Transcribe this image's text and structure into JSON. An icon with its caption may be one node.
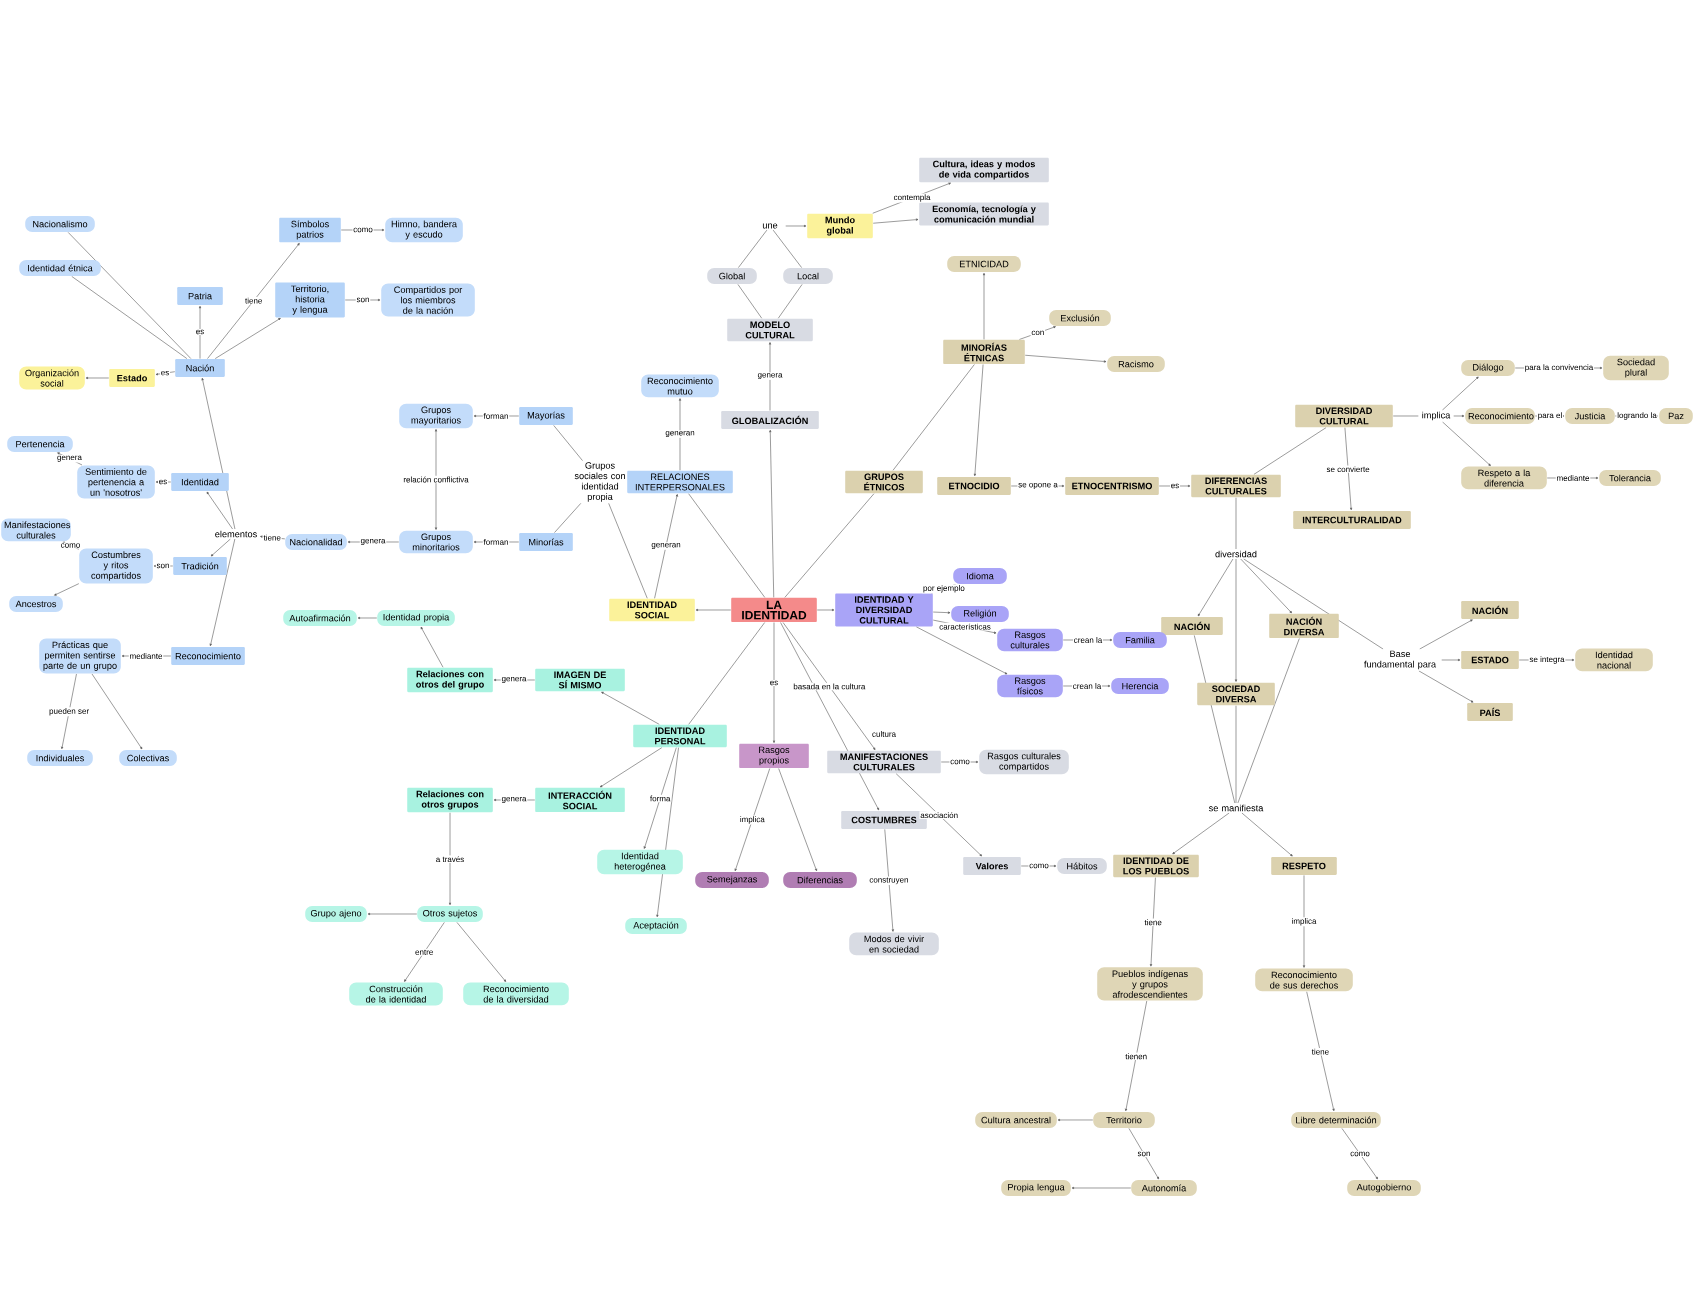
{
  "diagram": {
    "nodes": [
      {
        "text": [
          "Nacionalismo"
        ]
      },
      {
        "text": [
          "Identidad étnica"
        ]
      },
      {
        "text": [
          "Patria"
        ]
      },
      {
        "text": [
          "Nación"
        ]
      },
      {
        "text": [
          "Estado"
        ]
      },
      {
        "text": [
          "Organización social"
        ]
      },
      {
        "text": [
          "Símbolos patrios"
        ]
      },
      {
        "text": [
          "Himno, bandera y escudo"
        ]
      },
      {
        "text": [
          "Territorio, historia y lengua"
        ]
      },
      {
        "text": [
          "Compartidos por los miembros de la nación"
        ]
      },
      {
        "text": [
          "Identidad"
        ]
      },
      {
        "text": [
          "Sentimiento de pertenencia a un 'nosotros'"
        ]
      },
      {
        "text": [
          "Pertenencia"
        ]
      },
      {
        "text": [
          "Tradición"
        ]
      },
      {
        "text": [
          "Costumbres y ritos compartidos"
        ]
      },
      {
        "text": [
          "Manifestaciones culturales"
        ]
      },
      {
        "text": [
          "Ancestros"
        ]
      },
      {
        "text": [
          "Reconocimiento"
        ]
      },
      {
        "text": [
          "Prácticas que permiten sentirse parte de un grupo"
        ]
      },
      {
        "text": [
          "Individuales"
        ]
      },
      {
        "text": [
          "Colectivas"
        ]
      },
      {
        "text": [
          "elementos"
        ]
      },
      {
        "text": [
          "Nacionalidad"
        ]
      },
      {
        "text": [
          "Grupos mayoritarios"
        ]
      },
      {
        "text": [
          "Grupos minoritarios"
        ]
      },
      {
        "text": [
          "Mayorías"
        ]
      },
      {
        "text": [
          "Minorías"
        ]
      },
      {
        "text": [
          "Grupos sociales con identidad propia"
        ]
      },
      {
        "text": [
          "Reconocimiento mutuo"
        ]
      },
      {
        "text": [
          "RELACIONES INTERPERSONALES"
        ]
      },
      {
        "text": [
          "IDENTIDAD SOCIAL"
        ]
      },
      {
        "text": [
          "LA IDENTIDAD"
        ]
      },
      {
        "text": [
          "Autoafirmación"
        ]
      },
      {
        "text": [
          "Identidad propia"
        ]
      },
      {
        "text": [
          "Relaciones con otros del grupo"
        ]
      },
      {
        "text": [
          "IMAGEN DE SÍ MISMO"
        ]
      },
      {
        "text": [
          "Relaciones con otros grupos"
        ]
      },
      {
        "text": [
          "INTERACCIÓN SOCIAL"
        ]
      },
      {
        "text": [
          "IDENTIDAD PERSONAL"
        ]
      },
      {
        "text": [
          "Identidad heterogénea"
        ]
      },
      {
        "text": [
          "Aceptación"
        ]
      },
      {
        "text": [
          "Otros sujetos"
        ]
      },
      {
        "text": [
          "Grupo ajeno"
        ]
      },
      {
        "text": [
          "Construcción de la identidad"
        ]
      },
      {
        "text": [
          "Reconocimiento de la diversidad"
        ]
      },
      {
        "text": [
          "une"
        ]
      },
      {
        "text": [
          "Mundo global"
        ]
      },
      {
        "text": [
          "Cultura, ideas y modos de vida compartidos"
        ]
      },
      {
        "text": [
          "Economía, tecnología y comunicación mundial"
        ]
      },
      {
        "text": [
          "Global"
        ]
      },
      {
        "text": [
          "Local"
        ]
      },
      {
        "text": [
          "MODELO CULTURAL"
        ]
      },
      {
        "text": [
          "GLOBALIZACIÓN"
        ]
      },
      {
        "text": [
          "Rasgos propios"
        ]
      },
      {
        "text": [
          "Semejanzas"
        ]
      },
      {
        "text": [
          "Diferencias"
        ]
      },
      {
        "text": [
          "GRUPOS ÉTNICOS"
        ]
      },
      {
        "text": [
          "ETNICIDAD"
        ]
      },
      {
        "text": [
          "MINORÍAS ÉTNICAS"
        ]
      },
      {
        "text": [
          "Exclusión"
        ]
      },
      {
        "text": [
          "Racismo"
        ]
      },
      {
        "text": [
          "ETNOCIDIO"
        ]
      },
      {
        "text": [
          "ETNOCENTRISMO"
        ]
      },
      {
        "text": [
          "DIFERENCIAS CULTURALES"
        ]
      },
      {
        "text": [
          "diversidad"
        ]
      },
      {
        "text": [
          "NACIÓN"
        ]
      },
      {
        "text": [
          "SOCIEDAD DIVERSA"
        ]
      },
      {
        "text": [
          "NACIÓN DIVERSA"
        ]
      },
      {
        "text": [
          "se manifiesta"
        ]
      },
      {
        "text": [
          "IDENTIDAD DE LOS PUEBLOS"
        ]
      },
      {
        "text": [
          "RESPETO"
        ]
      },
      {
        "text": [
          "Pueblos indígenas y grupos afrodescendientes"
        ]
      },
      {
        "text": [
          "Reconocimiento de sus derechos"
        ]
      },
      {
        "text": [
          "Territorio"
        ]
      },
      {
        "text": [
          "Cultura ancestral"
        ]
      },
      {
        "text": [
          "Autonomía"
        ]
      },
      {
        "text": [
          "Propia lengua"
        ]
      },
      {
        "text": [
          "Libre determinación"
        ]
      },
      {
        "text": [
          "Autogobierno"
        ]
      },
      {
        "text": [
          "DIVERSIDAD CULTURAL"
        ]
      },
      {
        "text": [
          "INTERCULTURALIDAD"
        ]
      },
      {
        "text": [
          "implica"
        ]
      },
      {
        "text": [
          "Diálogo"
        ]
      },
      {
        "text": [
          "Reconocimiento"
        ]
      },
      {
        "text": [
          "Respeto a la diferencia"
        ]
      },
      {
        "text": [
          "Sociedad plural"
        ]
      },
      {
        "text": [
          "Justicia"
        ]
      },
      {
        "text": [
          "Paz"
        ]
      },
      {
        "text": [
          "Tolerancia"
        ]
      },
      {
        "text": [
          "Base fundamental para"
        ]
      },
      {
        "text": [
          "NACIÓN"
        ]
      },
      {
        "text": [
          "ESTADO"
        ]
      },
      {
        "text": [
          "PAÍS"
        ]
      },
      {
        "text": [
          "Identidad nacional"
        ]
      },
      {
        "text": [
          "IDENTIDAD Y DIVERSIDAD CULTURAL"
        ]
      },
      {
        "text": [
          "Idioma"
        ]
      },
      {
        "text": [
          "Religión"
        ]
      },
      {
        "text": [
          "Rasgos culturales"
        ]
      },
      {
        "text": [
          "Rasgos físicos"
        ]
      },
      {
        "text": [
          "Familia"
        ]
      },
      {
        "text": [
          "Herencia"
        ]
      },
      {
        "text": [
          "MANIFESTACIONES CULTURALES"
        ]
      },
      {
        "text": [
          "COSTUMBRES"
        ]
      },
      {
        "text": [
          "Rasgos culturales compartidos"
        ]
      },
      {
        "text": [
          "Valores"
        ]
      },
      {
        "text": [
          "Hábitos"
        ]
      },
      {
        "text": [
          "Modos de vivir en sociedad"
        ]
      }
    ],
    "edges": [
      {
        "from": 3,
        "to": 2,
        "arrow": "to",
        "label": "es"
      },
      {
        "from": 0,
        "to": 3,
        "arrow": "none"
      },
      {
        "from": 1,
        "to": 3,
        "arrow": "none"
      },
      {
        "from": 3,
        "to": 4,
        "arrow": "to",
        "label": "es"
      },
      {
        "from": 4,
        "to": 5,
        "arrow": "to"
      },
      {
        "from": 3,
        "to": 6,
        "arrow": "to",
        "label": "tiene"
      },
      {
        "from": 3,
        "to": 8,
        "arrow": "to"
      },
      {
        "from": 6,
        "to": 7,
        "arrow": "to",
        "label": "como"
      },
      {
        "from": 8,
        "to": 9,
        "arrow": "to",
        "label": "son"
      },
      {
        "from": 21,
        "to": 3,
        "arrow": "to"
      },
      {
        "from": 21,
        "to": 10,
        "arrow": "to"
      },
      {
        "from": 21,
        "to": 13,
        "arrow": "to"
      },
      {
        "from": 21,
        "to": 17,
        "arrow": "to"
      },
      {
        "from": 22,
        "to": 21,
        "arrow": "to",
        "label": "tiene"
      },
      {
        "from": 10,
        "to": 11,
        "arrow": "to",
        "label": "es"
      },
      {
        "from": 11,
        "to": 12,
        "arrow": "to",
        "label": "genera"
      },
      {
        "from": 13,
        "to": 14,
        "arrow": "to",
        "label": "son"
      },
      {
        "from": 14,
        "to": 15,
        "arrow": "to",
        "label": "como"
      },
      {
        "from": 14,
        "to": 16,
        "arrow": "to"
      },
      {
        "from": 17,
        "to": 18,
        "arrow": "to",
        "label": "mediante"
      },
      {
        "from": 18,
        "to": 19,
        "arrow": "to",
        "label": "pueden ser"
      },
      {
        "from": 18,
        "to": 20,
        "arrow": "to"
      },
      {
        "from": 24,
        "to": 22,
        "arrow": "to",
        "label": "genera"
      },
      {
        "from": 23,
        "to": 24,
        "arrow": "both",
        "label": "relación conflictiva"
      },
      {
        "from": 25,
        "to": 23,
        "arrow": "to",
        "label": "forman"
      },
      {
        "from": 26,
        "to": 24,
        "arrow": "to",
        "label": "forman"
      },
      {
        "from": 27,
        "to": 25,
        "arrow": "none"
      },
      {
        "from": 27,
        "to": 26,
        "arrow": "none"
      },
      {
        "from": 30,
        "to": 27,
        "arrow": "none"
      },
      {
        "from": 31,
        "to": 30,
        "arrow": "to"
      },
      {
        "from": 30,
        "to": 29,
        "arrow": "to",
        "label": "generan"
      },
      {
        "from": 29,
        "to": 28,
        "arrow": "to",
        "label": "generan"
      },
      {
        "from": 31,
        "to": 29,
        "arrow": "none"
      },
      {
        "from": 31,
        "to": 38,
        "arrow": "none"
      },
      {
        "from": 38,
        "to": 35,
        "arrow": "to"
      },
      {
        "from": 38,
        "to": 37,
        "arrow": "to"
      },
      {
        "from": 35,
        "to": 34,
        "arrow": "to",
        "label": "genera"
      },
      {
        "from": 37,
        "to": 36,
        "arrow": "to",
        "label": "genera"
      },
      {
        "from": 34,
        "to": 33,
        "arrow": "to"
      },
      {
        "from": 33,
        "to": 32,
        "arrow": "to"
      },
      {
        "from": 38,
        "to": 39,
        "arrow": "to",
        "label": "forma"
      },
      {
        "from": 38,
        "to": 40,
        "arrow": "to"
      },
      {
        "from": 36,
        "to": 41,
        "arrow": "to",
        "label": "a través"
      },
      {
        "from": 41,
        "to": 42,
        "arrow": "to"
      },
      {
        "from": 41,
        "to": 43,
        "arrow": "to",
        "label": "entre"
      },
      {
        "from": 41,
        "to": 44,
        "arrow": "to"
      },
      {
        "from": 31,
        "to": 52,
        "arrow": "to"
      },
      {
        "from": 52,
        "to": 51,
        "arrow": "to",
        "label": "genera"
      },
      {
        "from": 51,
        "to": 49,
        "arrow": "none"
      },
      {
        "from": 51,
        "to": 50,
        "arrow": "none"
      },
      {
        "from": 49,
        "to": 45,
        "arrow": "none"
      },
      {
        "from": 50,
        "to": 45,
        "arrow": "none"
      },
      {
        "from": 45,
        "to": 46,
        "arrow": "to"
      },
      {
        "from": 46,
        "to": 47,
        "arrow": "to",
        "label": "contempla"
      },
      {
        "from": 46,
        "to": 48,
        "arrow": "to"
      },
      {
        "from": 31,
        "to": 53,
        "arrow": "to",
        "label": "es"
      },
      {
        "from": 53,
        "to": 54,
        "arrow": "to",
        "label": "implica"
      },
      {
        "from": 53,
        "to": 55,
        "arrow": "to"
      },
      {
        "from": 31,
        "to": 56,
        "arrow": "none"
      },
      {
        "from": 56,
        "to": 58,
        "arrow": "none"
      },
      {
        "from": 58,
        "to": 57,
        "arrow": "to"
      },
      {
        "from": 58,
        "to": 59,
        "arrow": "to",
        "label": "con"
      },
      {
        "from": 58,
        "to": 60,
        "arrow": "to"
      },
      {
        "from": 58,
        "to": 61,
        "arrow": "to"
      },
      {
        "from": 61,
        "to": 62,
        "arrow": "to",
        "label": "se opone a"
      },
      {
        "from": 62,
        "to": 63,
        "arrow": "to",
        "label": "es"
      },
      {
        "from": 63,
        "to": 79,
        "arrow": "none"
      },
      {
        "from": 79,
        "to": 80,
        "arrow": "to",
        "label": "se convierte"
      },
      {
        "from": 79,
        "to": 81,
        "arrow": "none"
      },
      {
        "from": 81,
        "to": 82,
        "arrow": "to"
      },
      {
        "from": 81,
        "to": 83,
        "arrow": "to"
      },
      {
        "from": 81,
        "to": 84,
        "arrow": "to"
      },
      {
        "from": 82,
        "to": 85,
        "arrow": "to",
        "label": "para la convivencia"
      },
      {
        "from": 83,
        "to": 86,
        "arrow": "to",
        "label": "para el"
      },
      {
        "from": 86,
        "to": 87,
        "arrow": "to",
        "label": "logrando la"
      },
      {
        "from": 84,
        "to": 88,
        "arrow": "to",
        "label": "mediante"
      },
      {
        "from": 63,
        "to": 64,
        "arrow": "none"
      },
      {
        "from": 64,
        "to": 65,
        "arrow": "to"
      },
      {
        "from": 64,
        "to": 66,
        "arrow": "to"
      },
      {
        "from": 64,
        "to": 67,
        "arrow": "to"
      },
      {
        "from": 65,
        "to": 68,
        "arrow": "none"
      },
      {
        "from": 66,
        "to": 68,
        "arrow": "none"
      },
      {
        "from": 67,
        "to": 68,
        "arrow": "none"
      },
      {
        "from": 68,
        "to": 69,
        "arrow": "to"
      },
      {
        "from": 68,
        "to": 70,
        "arrow": "to"
      },
      {
        "from": 69,
        "to": 71,
        "arrow": "to",
        "label": "tiene"
      },
      {
        "from": 70,
        "to": 72,
        "arrow": "to",
        "label": "implica"
      },
      {
        "from": 71,
        "to": 73,
        "arrow": "to",
        "label": "tienen"
      },
      {
        "from": 73,
        "to": 74,
        "arrow": "to"
      },
      {
        "from": 73,
        "to": 75,
        "arrow": "to",
        "label": "son"
      },
      {
        "from": 75,
        "to": 76,
        "arrow": "to"
      },
      {
        "from": 72,
        "to": 77,
        "arrow": "to",
        "label": "tiene"
      },
      {
        "from": 77,
        "to": 78,
        "arrow": "to",
        "label": "como"
      },
      {
        "from": 64,
        "to": 89,
        "arrow": "none"
      },
      {
        "from": 89,
        "to": 90,
        "arrow": "to"
      },
      {
        "from": 89,
        "to": 91,
        "arrow": "to"
      },
      {
        "from": 89,
        "to": 92,
        "arrow": "to"
      },
      {
        "from": 91,
        "to": 93,
        "arrow": "to",
        "label": "se integra"
      },
      {
        "from": 31,
        "to": 94,
        "arrow": "to"
      },
      {
        "from": 94,
        "to": 95,
        "arrow": "to",
        "label": "por ejemplo"
      },
      {
        "from": 94,
        "to": 96,
        "arrow": "to"
      },
      {
        "from": 94,
        "to": 97,
        "arrow": "to",
        "label": "características"
      },
      {
        "from": 94,
        "to": 98,
        "arrow": "to"
      },
      {
        "from": 97,
        "to": 99,
        "arrow": "to",
        "label": "crean la"
      },
      {
        "from": 98,
        "to": 100,
        "arrow": "to",
        "label": "crean la"
      },
      {
        "from": 31,
        "to": 101,
        "arrow": "to",
        "label": "basada en la cultura"
      },
      {
        "from": 31,
        "to": 102,
        "arrow": "to"
      },
      {
        "from": 101,
        "to": 103,
        "arrow": "to",
        "label": "como"
      },
      {
        "from": 101,
        "to": 104,
        "arrow": "to",
        "label": "asociación"
      },
      {
        "from": 104,
        "to": 105,
        "arrow": "to",
        "label": "como"
      },
      {
        "from": 102,
        "to": 106,
        "arrow": "to",
        "label": "construyen"
      }
    ],
    "labels": [
      "cultura"
    ]
  }
}
